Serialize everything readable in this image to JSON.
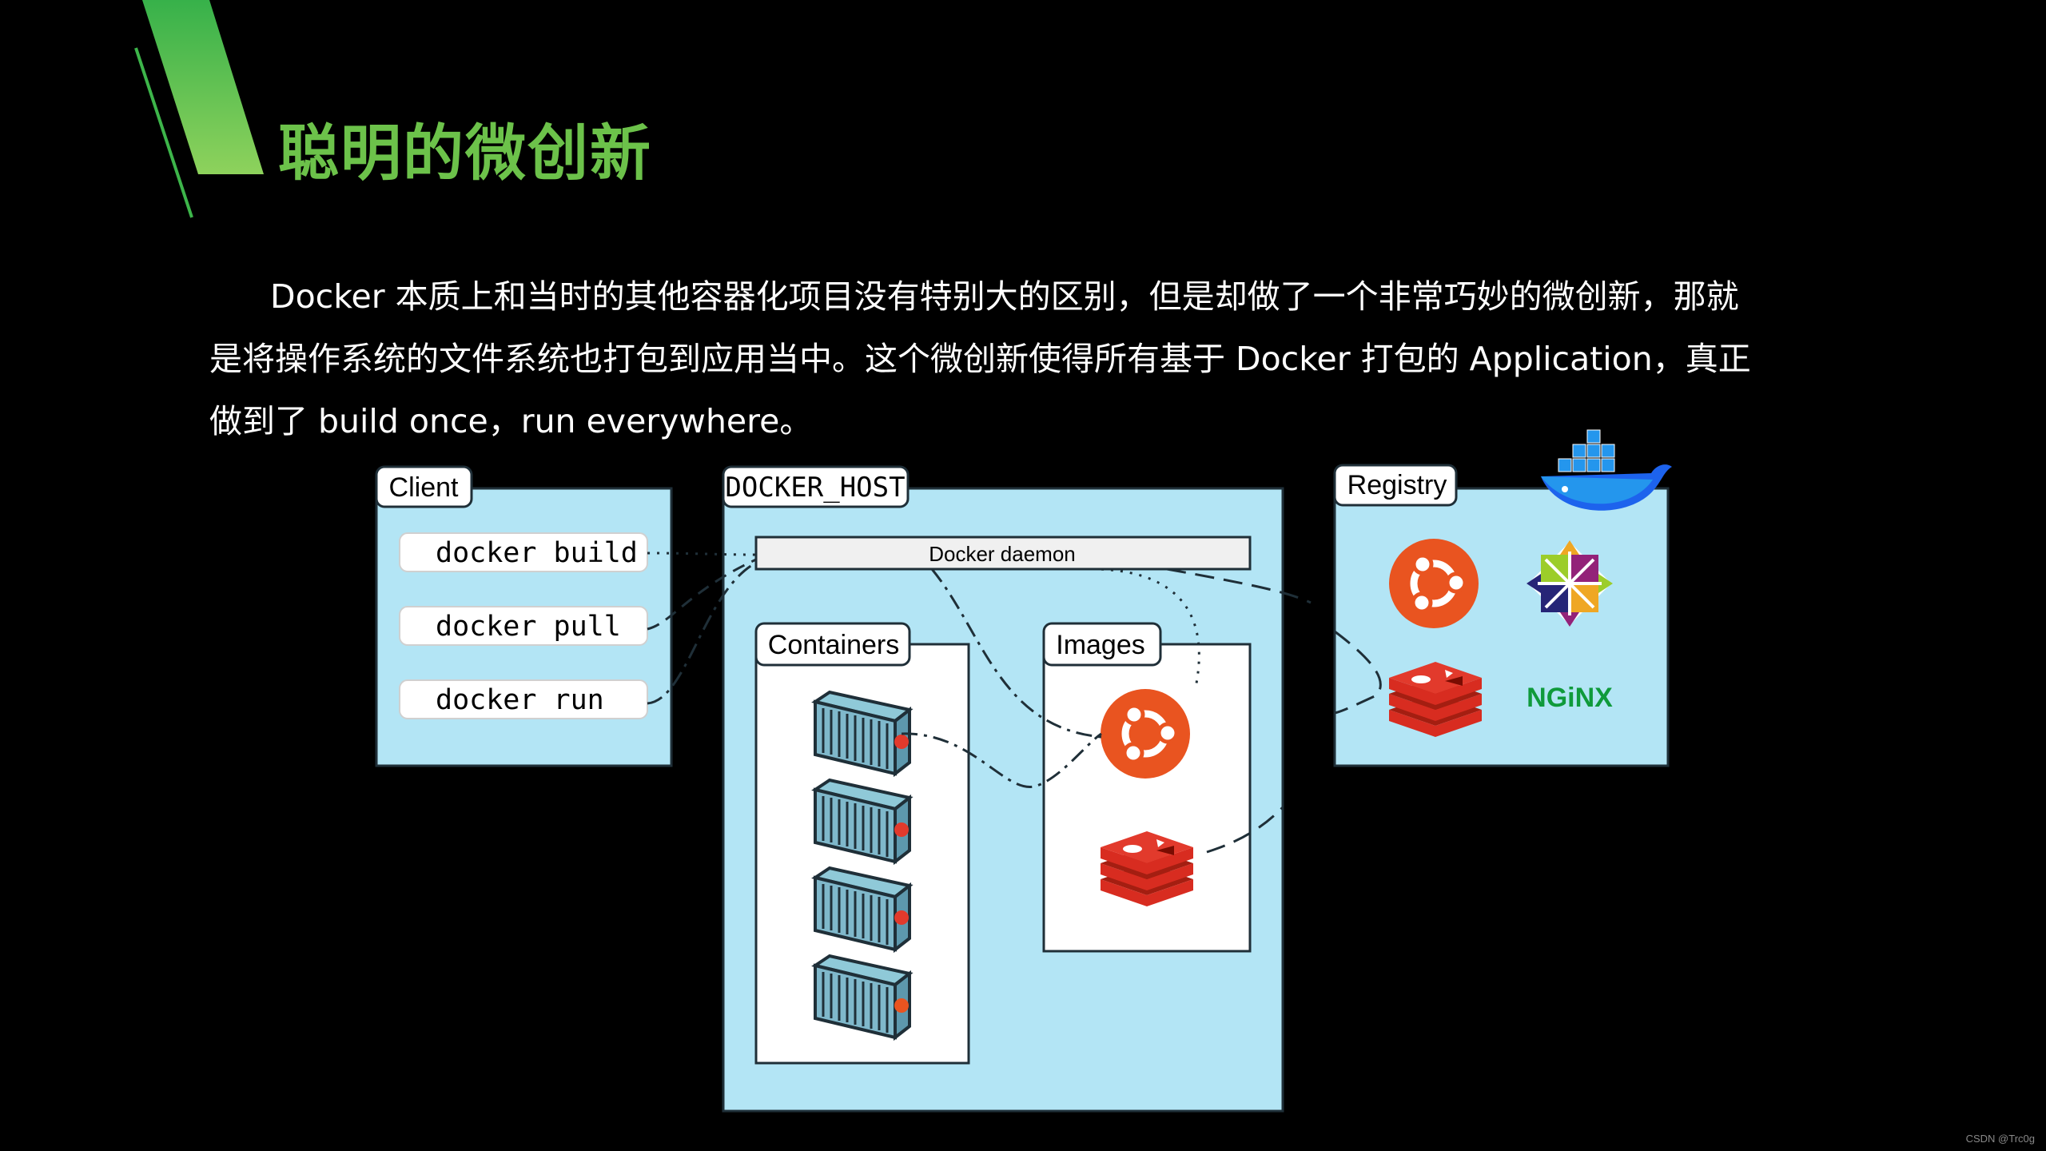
{
  "slide": {
    "title": "聪明的微创新",
    "paragraph_lines": [
      "Docker 本质上和当时的其他容器化项目没有特别大的区别，但是却做了一个非常巧妙的微创新，那就",
      "是将操作系统的文件系统也打包到应用当中。这个微创新使得所有基于 Docker 打包的 Application，真正",
      "做到了 build once，run everywhere。"
    ],
    "accent_color": "#6cc24a"
  },
  "diagram": {
    "box_fill": "#b3e5f5",
    "client": {
      "title": "Client",
      "commands": [
        "docker build",
        "docker pull",
        "docker run"
      ]
    },
    "docker_host": {
      "title": "DOCKER_HOST",
      "daemon_label": "Docker daemon",
      "containers_title": "Containers",
      "images_title": "Images",
      "container_icons": [
        "container-redis-icon",
        "container-redis-icon",
        "container-redis-icon",
        "container-ubuntu-icon"
      ],
      "image_icons": [
        "ubuntu-logo-icon",
        "redis-logo-icon"
      ]
    },
    "registry": {
      "title": "Registry",
      "logos": [
        "ubuntu-logo-icon",
        "centos-logo-icon",
        "redis-logo-icon",
        "nginx-logo-icon"
      ],
      "nginx_text": "NGiNX",
      "mascot_icon": "docker-whale-icon"
    }
  },
  "watermark": "CSDN @Trc0g"
}
